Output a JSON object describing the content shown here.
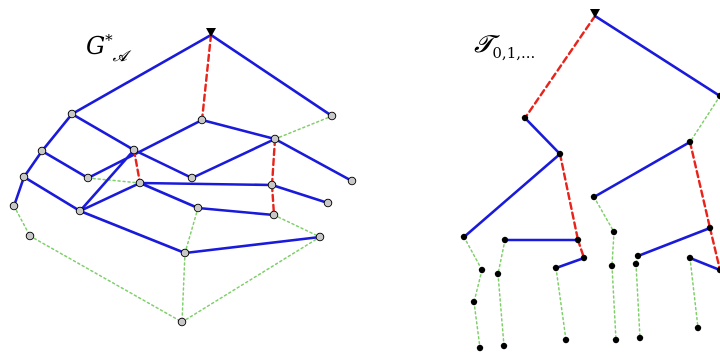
{
  "left_graph": {
    "label_main": "G",
    "label_sup": "*",
    "label_sub": "𝓐"
  },
  "right_graph": {
    "label_main": "𝓣",
    "label_sub": "0,1,..."
  },
  "colors": {
    "tree_edge": "#1a1adb",
    "highlight_edge": "#e8231b",
    "dotted_edge": "#7fcf6a",
    "node_left_fill": "#c8c8c8",
    "node_right_fill": "#000000",
    "root_marker": "#000000"
  },
  "legend": []
}
